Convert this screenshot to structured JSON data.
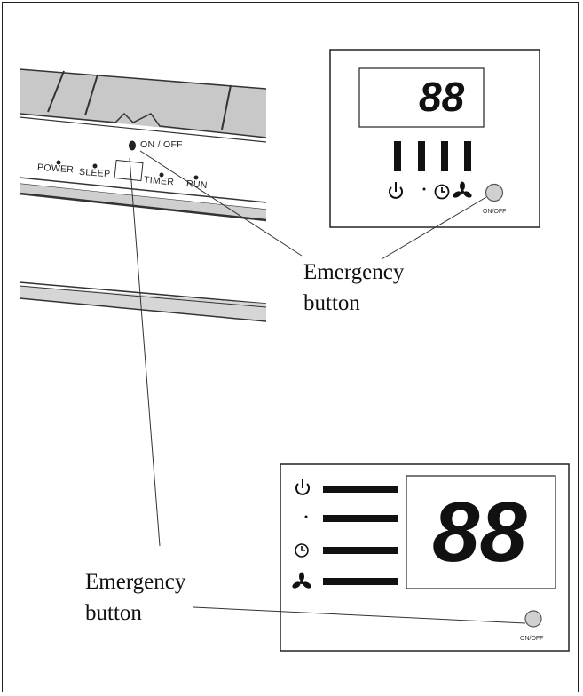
{
  "unit_panel": {
    "on_off_label": "ON / OFF",
    "indicators": [
      "POWER",
      "SLEEP",
      "TIMER",
      "RUN"
    ]
  },
  "display_a": {
    "digits": "88",
    "icons": [
      "power-icon",
      "sleep-icon",
      "timer-icon",
      "fan-icon"
    ],
    "button_label": "ON/OFF"
  },
  "display_b": {
    "digits": "88",
    "icons": [
      "power-icon",
      "sleep-icon",
      "timer-icon",
      "fan-icon"
    ],
    "button_label": "ON/OFF"
  },
  "callout_top": {
    "line1": "Emergency",
    "line2": "button"
  },
  "callout_bottom": {
    "line1": "Emergency",
    "line2": "button"
  }
}
